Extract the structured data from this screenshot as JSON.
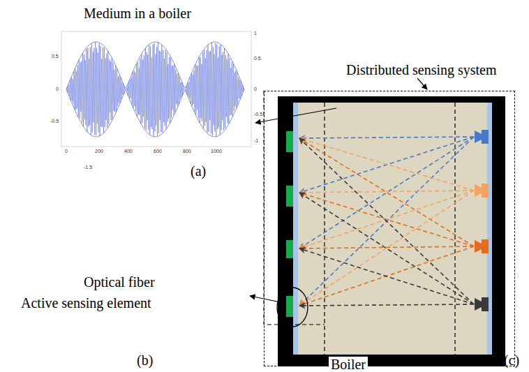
{
  "diagram": {
    "nodes": [
      {
        "text": [
          "Distributed sensing system"
        ]
      },
      {
        "text": [
          "Boiler"
        ],
        "in": 0
      }
    ],
    "labels": [
      "Medium in a boiler",
      "(a)",
      "Optical fiber",
      "Active sensing element",
      "(b)",
      "(c)",
      "0.5",
      "0",
      "-0.5",
      "1",
      "0.5",
      "0",
      "-0.5",
      "-1",
      "0",
      "200",
      "400",
      "600",
      "800",
      "1000",
      "-1.5"
    ]
  }
}
